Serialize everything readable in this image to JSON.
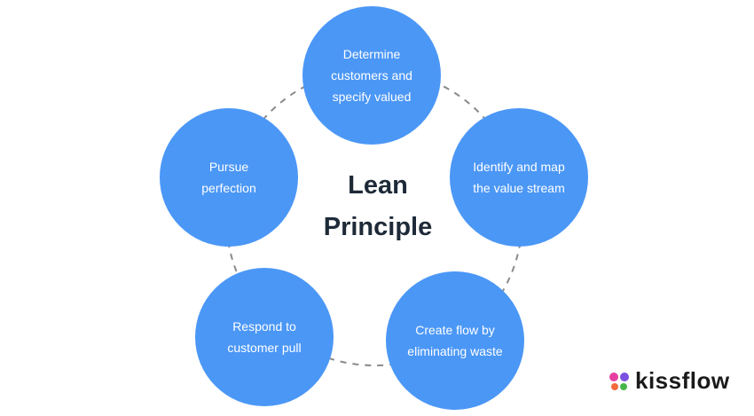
{
  "title": {
    "line1": "Lean",
    "line2": "Principle"
  },
  "steps": [
    {
      "label": "Determine customers and specify valued"
    },
    {
      "label": "Identify and map the value stream"
    },
    {
      "label": "Create flow by eliminating waste"
    },
    {
      "label": "Respond to customer pull"
    },
    {
      "label": "Pursue perfection"
    }
  ],
  "brand": {
    "name": "kissflow",
    "colors": [
      "#e63fa0",
      "#7b4fe0",
      "#f26b3a",
      "#47b649"
    ]
  },
  "colors": {
    "circle": "#4b97f6",
    "ring": "#888888"
  }
}
